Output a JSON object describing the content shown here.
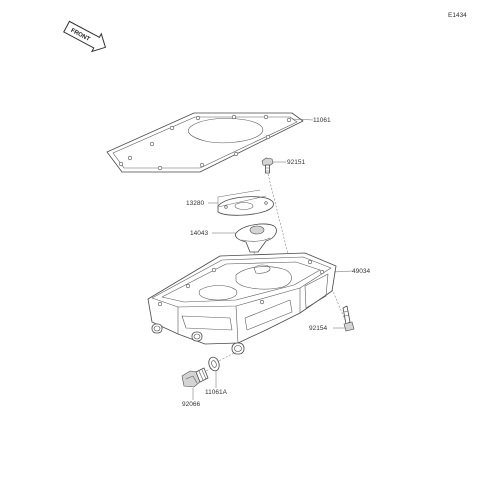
{
  "diagram_id": "E1434",
  "front_label": "FRONT",
  "callouts": {
    "gasket": "11061",
    "bolt_top": "92151",
    "strainer_gasket": "13280",
    "strainer": "14043",
    "oil_pan": "49034",
    "bolt_side": "92154",
    "washer": "11061A",
    "drain_plug": "92066"
  }
}
